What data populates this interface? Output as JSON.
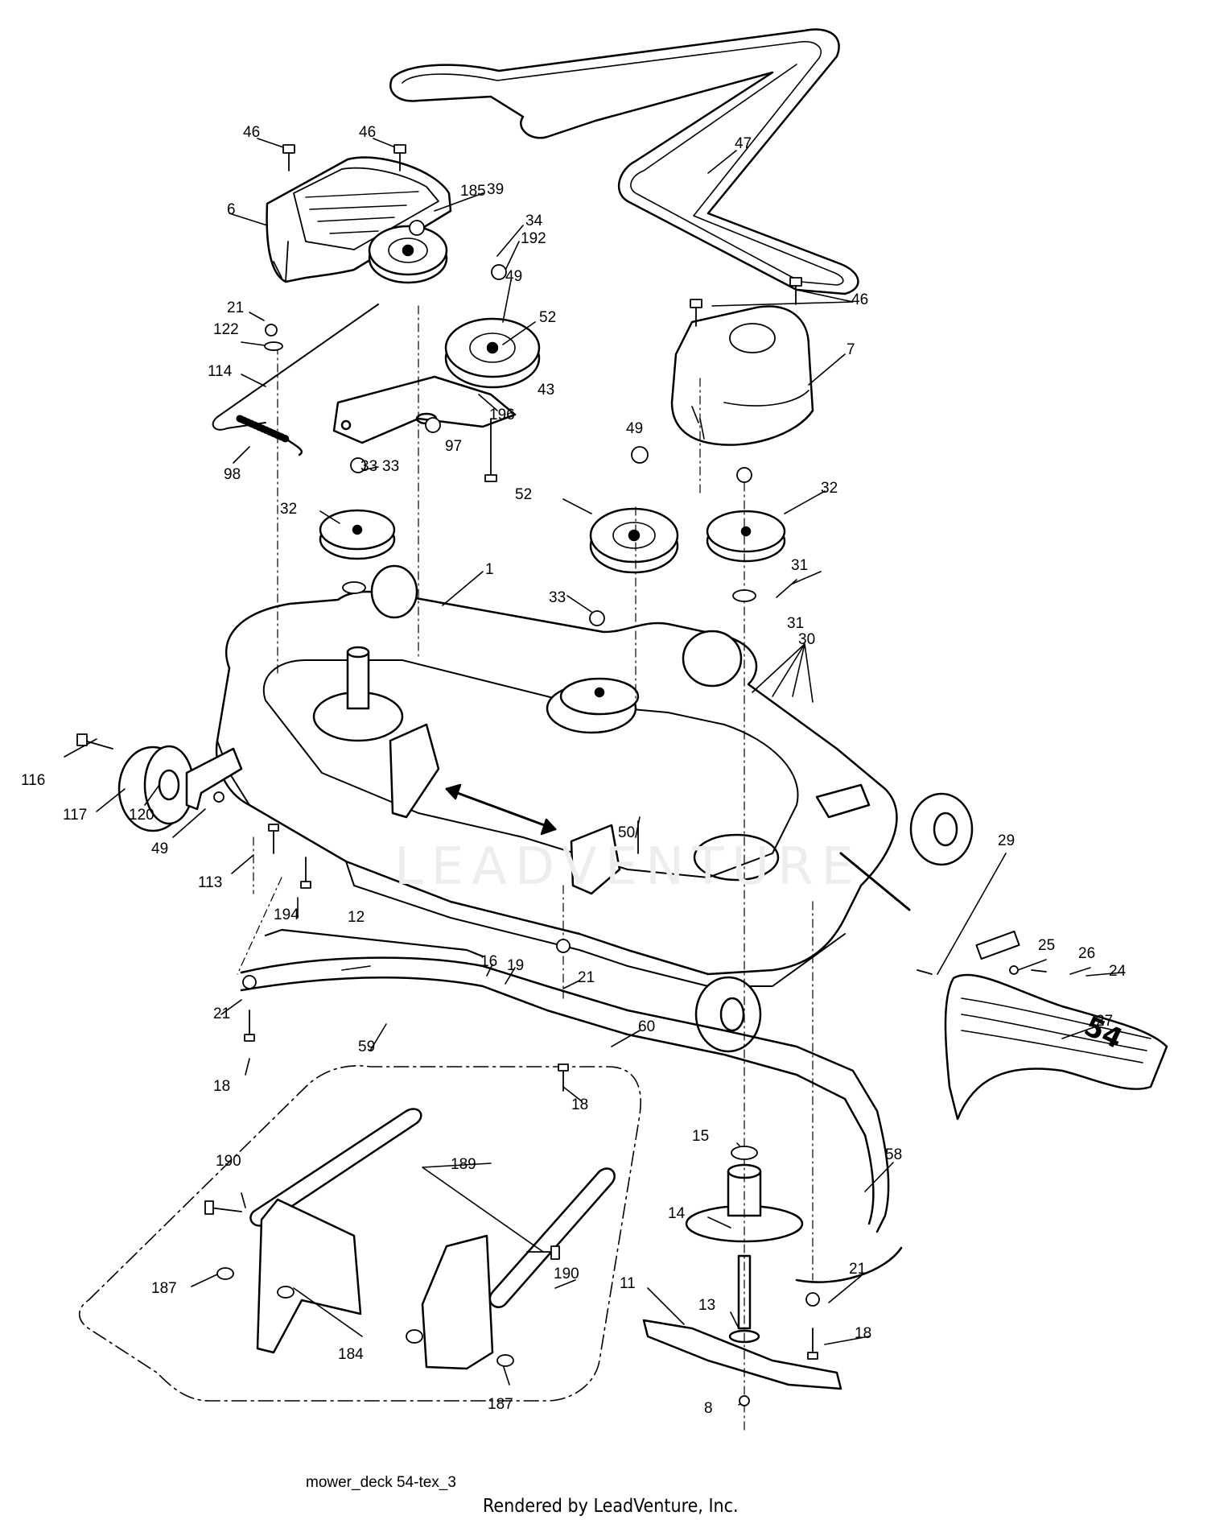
{
  "diagram": {
    "drawing_name": "mower_deck 54-tex_3",
    "credit": "Rendered by LeadVenture, Inc.",
    "watermark": "LEADVENTURE",
    "badge": "54",
    "labels": [
      "46",
      "46",
      "47",
      "185",
      "6",
      "39",
      "34",
      "192",
      "49",
      "52",
      "46",
      "21",
      "122",
      "114",
      "43",
      "7",
      "196",
      "97",
      "98",
      "33",
      "49",
      "33",
      "32",
      "52",
      "32",
      "31",
      "31",
      "1",
      "33",
      "30",
      "116",
      "117",
      "120",
      "49",
      "50",
      "113",
      "29",
      "194",
      "25",
      "26",
      "24",
      "12",
      "16",
      "19",
      "27",
      "21",
      "21",
      "60",
      "59",
      "18",
      "18",
      "15",
      "58",
      "14",
      "190",
      "189",
      "190",
      "187",
      "21",
      "13",
      "184",
      "11",
      "18",
      "187",
      "8"
    ]
  }
}
